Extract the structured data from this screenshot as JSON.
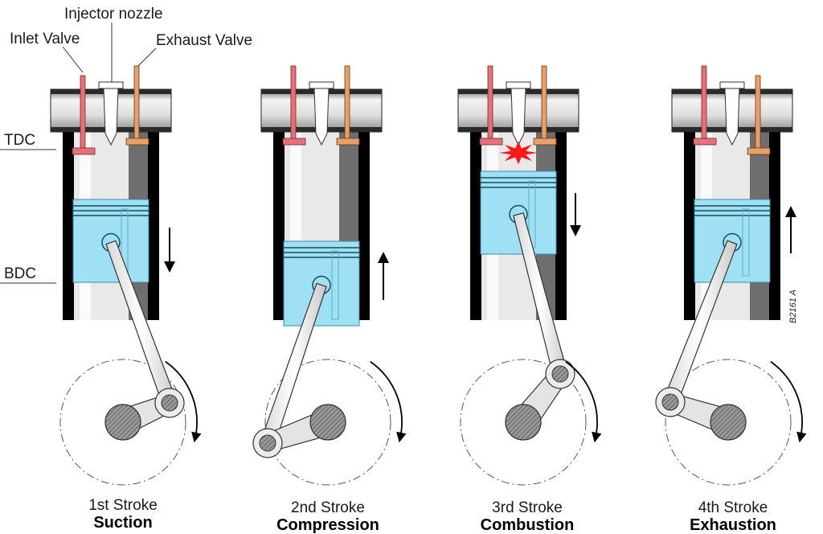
{
  "labels": {
    "injector": "Injector  nozzle",
    "inlet": "Inlet Valve",
    "exhaust": "Exhaust Valve",
    "tdc": "TDC",
    "bdc": "BDC",
    "code": "B2161 A"
  },
  "strokes": [
    {
      "number": "1st Stroke",
      "name": "Suction",
      "piston": "bottom",
      "direction": "down",
      "inlet_valve": "open",
      "exhaust_valve": "closed",
      "flame": false
    },
    {
      "number": "2nd Stroke",
      "name": "Compression",
      "piston": "top",
      "direction": "up",
      "inlet_valve": "closed",
      "exhaust_valve": "closed",
      "flame": false
    },
    {
      "number": "3rd Stroke",
      "name": "Combustion",
      "piston": "top",
      "direction": "down",
      "inlet_valve": "closed",
      "exhaust_valve": "closed",
      "flame": true
    },
    {
      "number": "4th Stroke",
      "name": "Exhaustion",
      "piston": "bottom",
      "direction": "up",
      "inlet_valve": "closed",
      "exhaust_valve": "open",
      "flame": false
    }
  ],
  "colors": {
    "inlet_valve": "#e8707a",
    "exhaust_valve": "#e8a06a",
    "piston": "#9fe0f5",
    "cylinder_wall": "#000000",
    "flame": "#ff1a1a"
  }
}
